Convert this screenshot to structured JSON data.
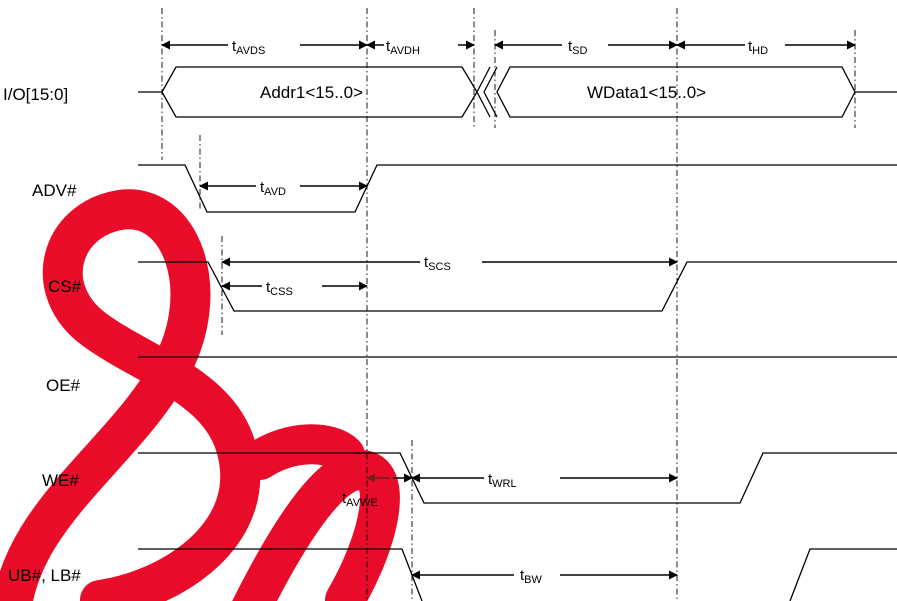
{
  "watermark_color": "#e8001f",
  "signals": {
    "io": "I/O[15:0]",
    "adv": "ADV#",
    "cs": "CS#",
    "oe": "OE#",
    "we": "WE#",
    "ub_lb": "UB#, LB#"
  },
  "bus_values": {
    "address": "Addr1<15..0>",
    "write_data": "WData1<15..0>"
  },
  "timing": {
    "avds": {
      "base": "t",
      "sub": "AVDS"
    },
    "avdh": {
      "base": "t",
      "sub": "AVDH"
    },
    "sd": {
      "base": "t",
      "sub": "SD"
    },
    "hd": {
      "base": "t",
      "sub": "HD"
    },
    "avd": {
      "base": "t",
      "sub": "AVD"
    },
    "scs": {
      "base": "t",
      "sub": "SCS"
    },
    "css": {
      "base": "t",
      "sub": "CSS"
    },
    "avwe": {
      "base": "t",
      "sub": "AVWE"
    },
    "wrl": {
      "base": "t",
      "sub": "WRL"
    },
    "bw": {
      "base": "t",
      "sub": "BW"
    }
  }
}
